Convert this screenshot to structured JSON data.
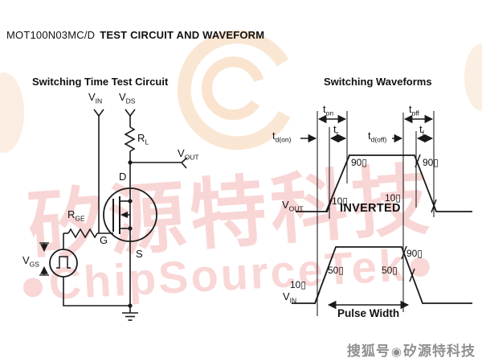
{
  "title": {
    "model": "MOT100N03MC/D",
    "rest": "TEST CIRCUIT AND WAVEFORM"
  },
  "circuit": {
    "heading": "Switching Time Test Circuit",
    "vin": {
      "m": "V",
      "s": "IN"
    },
    "vds": {
      "m": "V",
      "s": "DS"
    },
    "rl": {
      "m": "R",
      "s": "L"
    },
    "vout": {
      "m": "V",
      "s": "OUT"
    },
    "rge": {
      "m": "R",
      "s": "GE"
    },
    "vgs": {
      "m": "V",
      "s": "GS"
    },
    "drain": "D",
    "gate": "G",
    "source": "S"
  },
  "waveforms": {
    "heading": "Switching Waveforms",
    "ton": {
      "m": "t",
      "s": "on"
    },
    "tr": {
      "m": "t",
      "s": "r"
    },
    "tdon": {
      "m": "t",
      "s": "d(on)"
    },
    "tdoff": {
      "m": "t",
      "s": "d(off)"
    },
    "toff": {
      "m": "t",
      "s": "off"
    },
    "tf": {
      "m": "t",
      "s": "f"
    },
    "vout": {
      "m": "V",
      "s": "OUT"
    },
    "vin": {
      "m": "V",
      "s": "IN"
    },
    "inverted": "INVERTED",
    "pulse_width": "Pulse Width",
    "levels": {
      "p90": "90▯",
      "p50": "50▯",
      "p10": "10▯"
    }
  },
  "watermark": {
    "cn": "矽源特科技",
    "en": "●ChipSourceTek●",
    "footer_site": "搜狐号",
    "footer_logo": "◉",
    "footer_name": "矽源特科技",
    "colors": {
      "pink": "#f2a6a6",
      "orange": "#f6cfa8",
      "footer_gray": "#8f8f8f",
      "ink": "#1a1a1a"
    }
  }
}
